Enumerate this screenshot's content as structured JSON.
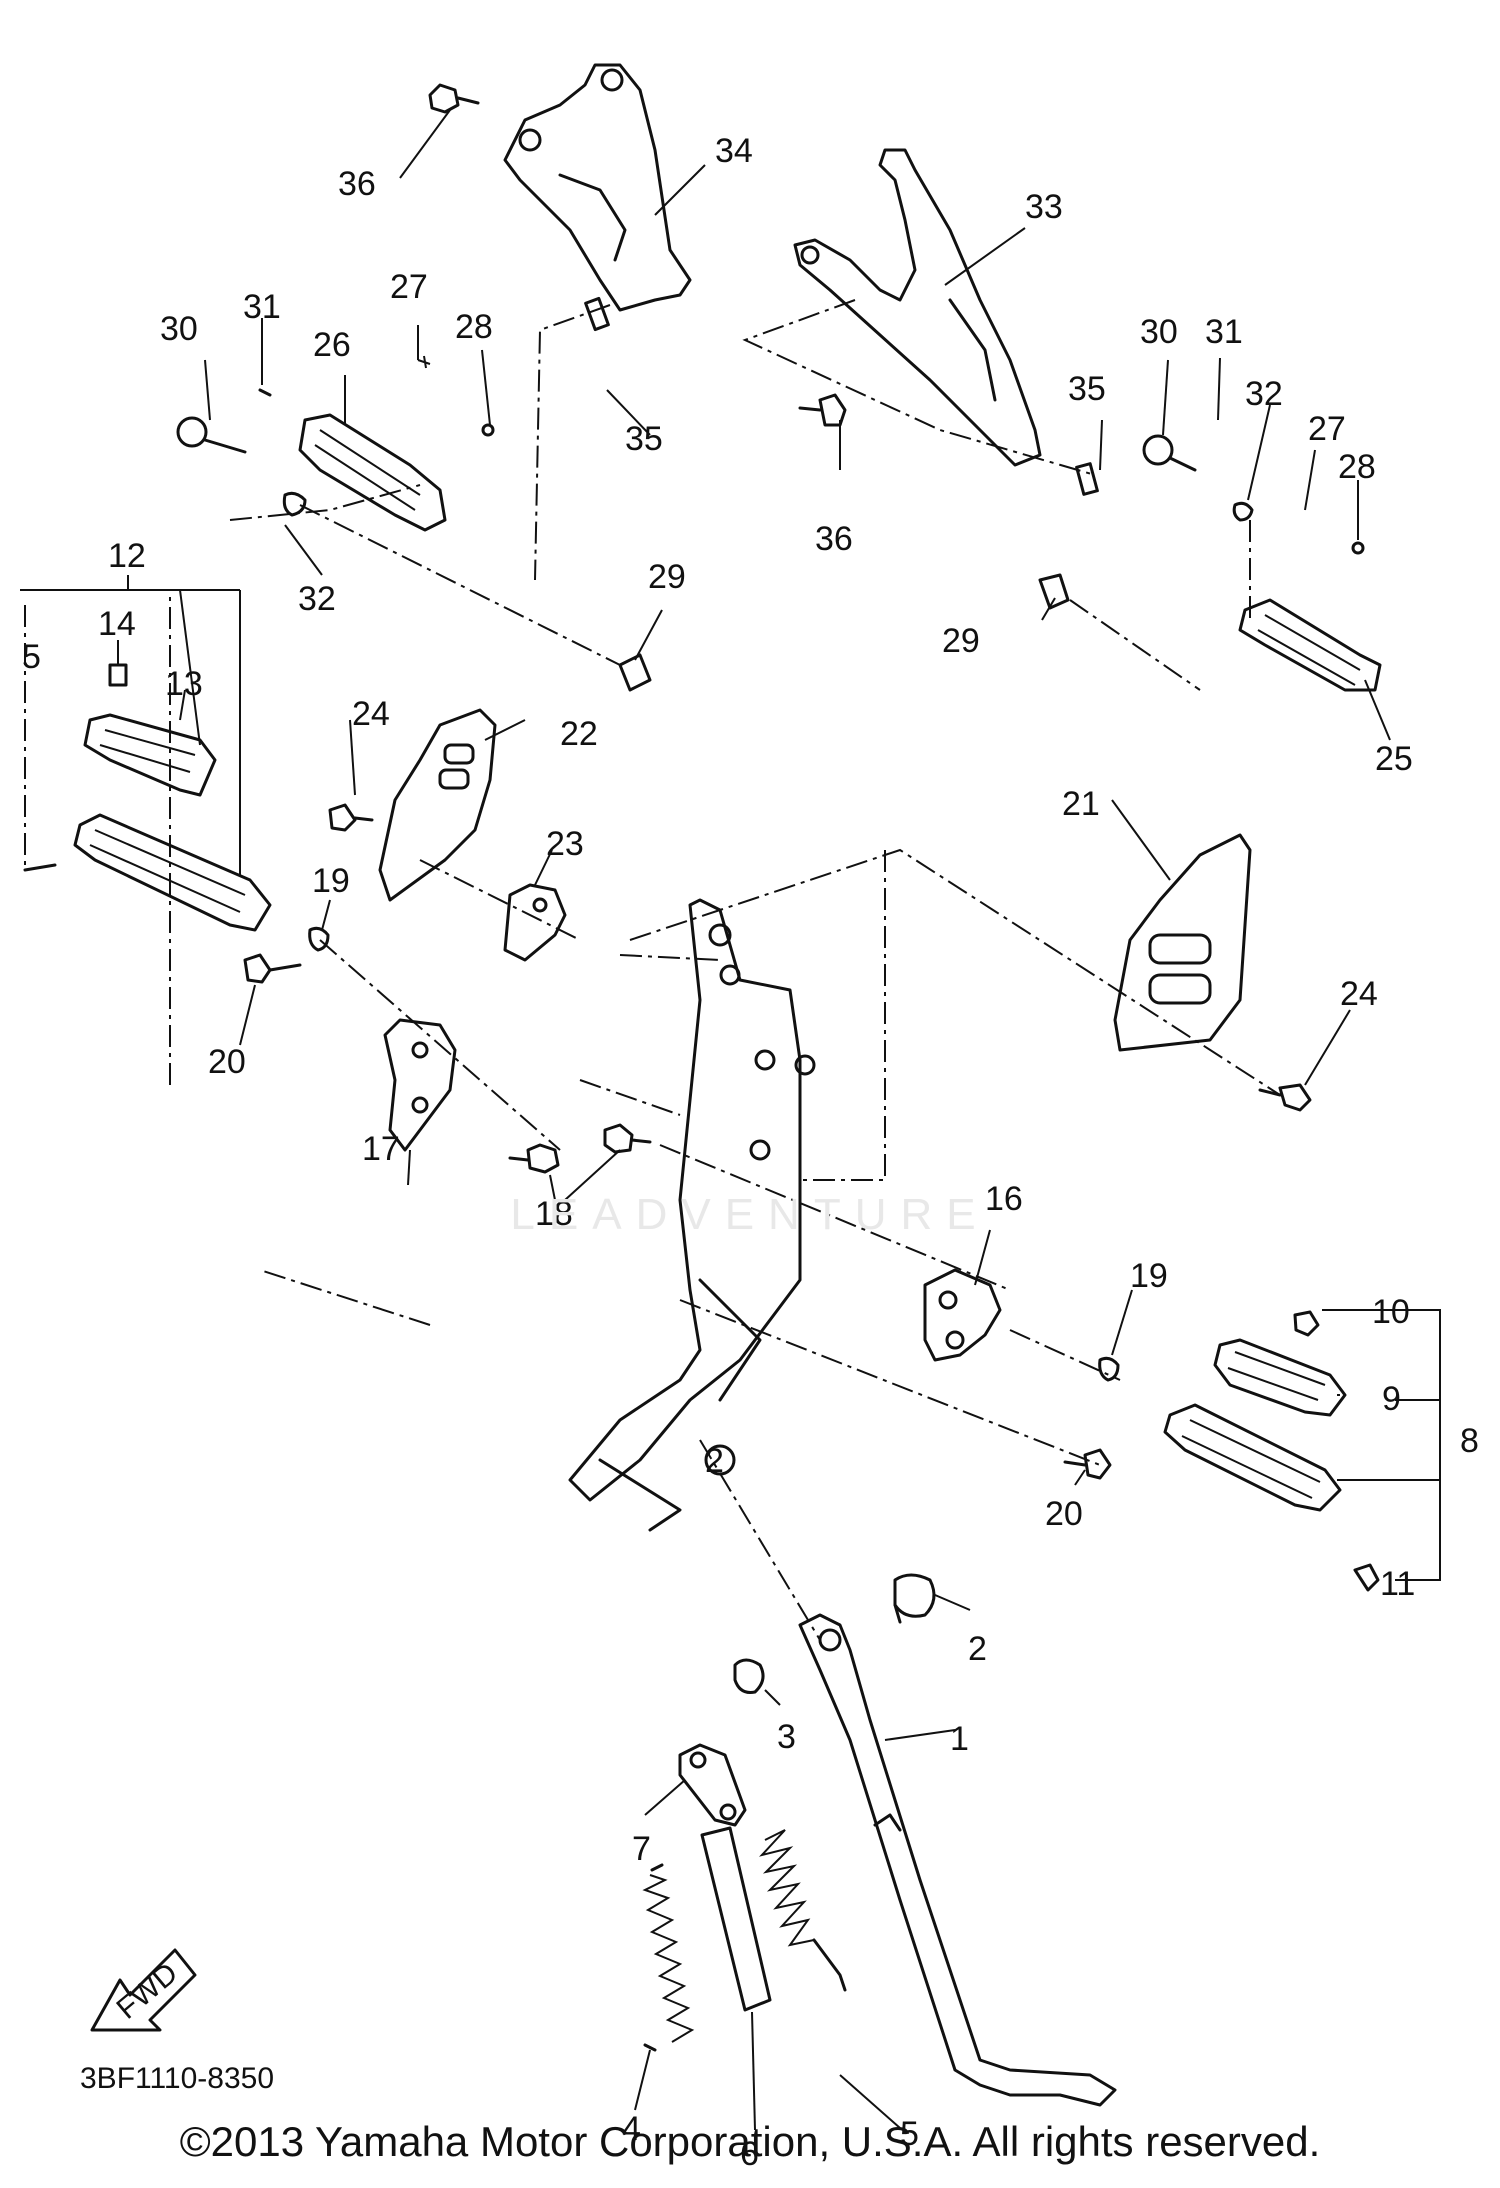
{
  "diagram": {
    "part_code": "3BF1110-8350",
    "fwd_label": "FWD",
    "watermark": "LEADVENTURE",
    "copyright": "©2013 Yamaha Motor Corporation, U.S.A. All rights reserved."
  },
  "callouts": [
    "1",
    "2",
    "2",
    "3",
    "4",
    "5",
    "5",
    "6",
    "7",
    "8",
    "9",
    "10",
    "11",
    "12",
    "13",
    "14",
    "16",
    "17",
    "18",
    "19",
    "19",
    "20",
    "20",
    "21",
    "22",
    "23",
    "24",
    "24",
    "25",
    "26",
    "27",
    "27",
    "28",
    "28",
    "29",
    "29",
    "30",
    "30",
    "31",
    "31",
    "32",
    "32",
    "33",
    "34",
    "35",
    "35",
    "36",
    "36"
  ]
}
